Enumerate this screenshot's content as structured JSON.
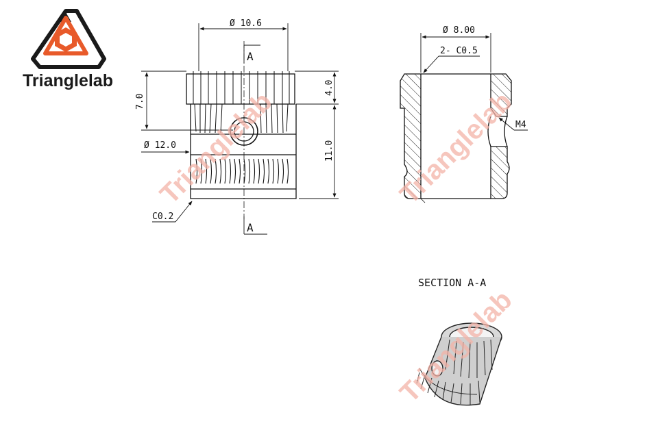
{
  "brand": {
    "name": "Trianglelab",
    "watermark": "Trianglelab",
    "colors": {
      "accent": "#e85a2a",
      "dark": "#1a1a1a",
      "watermark": "#f3b3a8"
    }
  },
  "front_view": {
    "dim_top_diameter": "Ø 10.6",
    "dim_height_left": "7.0",
    "dim_gear_height": "4.0",
    "dim_body_height": "11.0",
    "dim_outer_diameter": "Ø 12.0",
    "chamfer": "C0.2",
    "section_label_top": "A",
    "section_label_bottom": "A"
  },
  "section_view": {
    "dim_bore": "Ø 8.00",
    "chamfer": "2- C0.5",
    "thread": "M4",
    "title": "SECTION A-A"
  }
}
